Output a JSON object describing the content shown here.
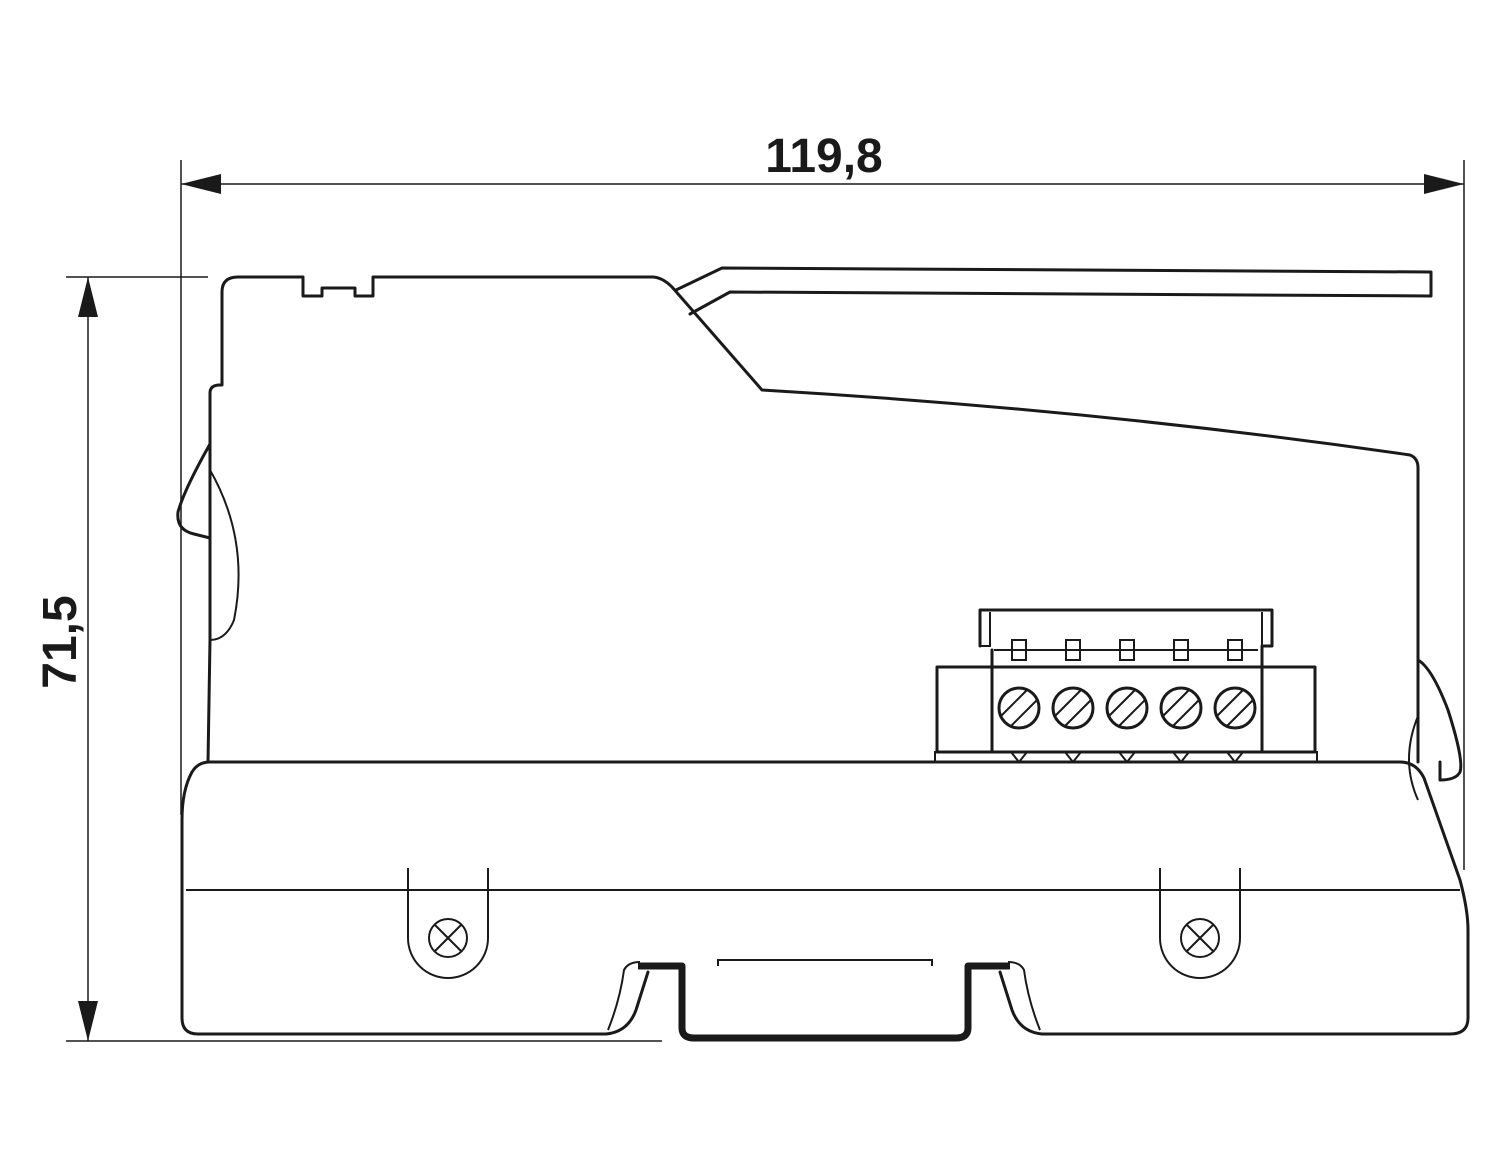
{
  "dimensions": {
    "width_label": "119,8",
    "height_label": "71,5"
  },
  "terminal_block": {
    "screw_count": 5
  }
}
